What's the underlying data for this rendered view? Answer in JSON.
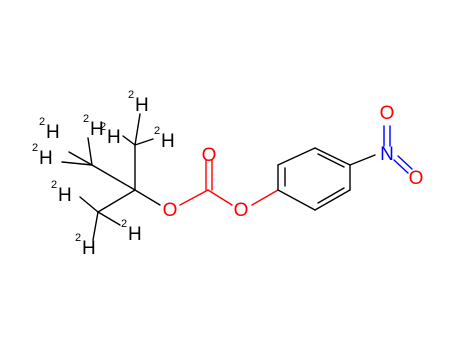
{
  "colors": {
    "bond": "#000000",
    "oxygen": "#ff0000",
    "nitrogen": "#0000ff",
    "deuterium": "#000000"
  },
  "atoms": {
    "o_ether_left": "O",
    "o_carbonyl": "O",
    "o_ether_right": "O",
    "n_nitro": "N",
    "o_nitro_top": "O",
    "o_nitro_bottom": "O"
  },
  "deuterium": {
    "element": "H",
    "mass": "2"
  }
}
